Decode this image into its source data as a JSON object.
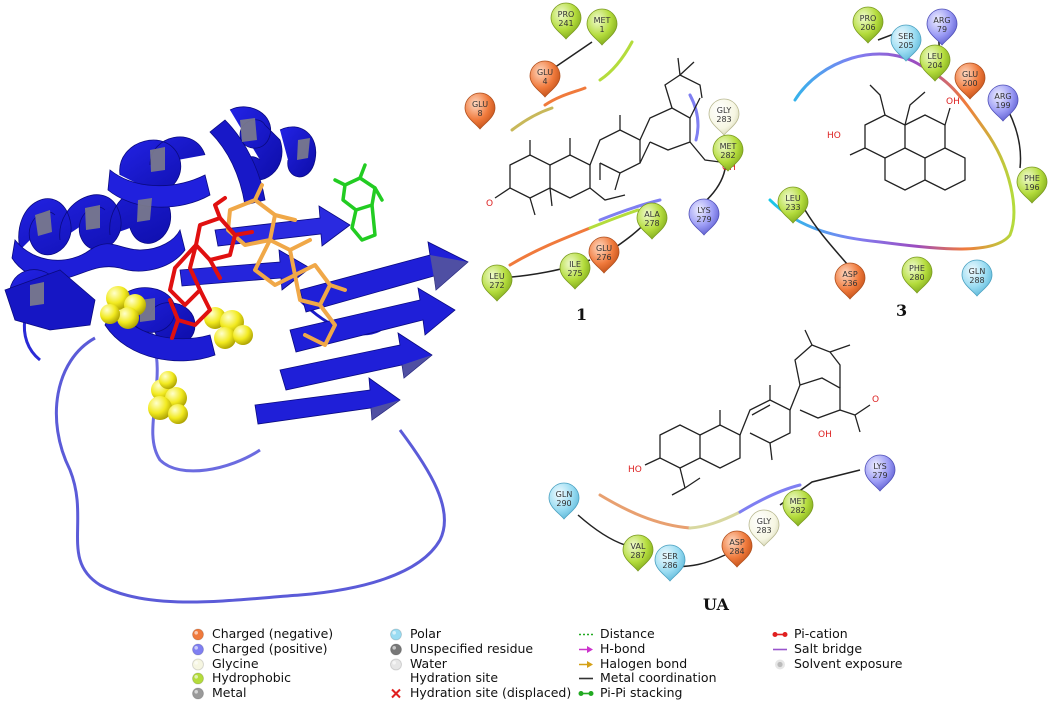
{
  "panels": {
    "p1": {
      "label": "1"
    },
    "p3": {
      "label": "3"
    },
    "pUA": {
      "label": "UA"
    }
  },
  "residues": {
    "p1": [
      {
        "id": "pro241",
        "name": "PRO",
        "num": "241",
        "cls": "hydrophobic"
      },
      {
        "id": "met1",
        "name": "MET",
        "num": "1",
        "cls": "hydrophobic"
      },
      {
        "id": "glu4",
        "name": "GLU",
        "num": "4",
        "cls": "negative"
      },
      {
        "id": "glu8",
        "name": "GLU",
        "num": "8",
        "cls": "negative"
      },
      {
        "id": "gly283",
        "name": "GLY",
        "num": "283",
        "cls": "glycine"
      },
      {
        "id": "met282",
        "name": "MET",
        "num": "282",
        "cls": "hydrophobic"
      },
      {
        "id": "lys279",
        "name": "LYS",
        "num": "279",
        "cls": "positive"
      },
      {
        "id": "ala278",
        "name": "ALA",
        "num": "278",
        "cls": "hydrophobic"
      },
      {
        "id": "glu276",
        "name": "GLU",
        "num": "276",
        "cls": "negative"
      },
      {
        "id": "ile275",
        "name": "ILE",
        "num": "275",
        "cls": "hydrophobic"
      },
      {
        "id": "leu272",
        "name": "LEU",
        "num": "272",
        "cls": "hydrophobic"
      }
    ],
    "p3": [
      {
        "id": "pro206",
        "name": "PRO",
        "num": "206",
        "cls": "hydrophobic"
      },
      {
        "id": "ser205",
        "name": "SER",
        "num": "205",
        "cls": "polar"
      },
      {
        "id": "arg79",
        "name": "ARG",
        "num": "79",
        "cls": "positive"
      },
      {
        "id": "leu204",
        "name": "LEU",
        "num": "204",
        "cls": "hydrophobic"
      },
      {
        "id": "glu200",
        "name": "GLU",
        "num": "200",
        "cls": "negative"
      },
      {
        "id": "arg199",
        "name": "ARG",
        "num": "199",
        "cls": "positive"
      },
      {
        "id": "phe196",
        "name": "PHE",
        "num": "196",
        "cls": "hydrophobic"
      },
      {
        "id": "leu233",
        "name": "LEU",
        "num": "233",
        "cls": "hydrophobic"
      },
      {
        "id": "asp236",
        "name": "ASP",
        "num": "236",
        "cls": "negative"
      },
      {
        "id": "phe280",
        "name": "PHE",
        "num": "280",
        "cls": "hydrophobic"
      },
      {
        "id": "gln288",
        "name": "GLN",
        "num": "288",
        "cls": "polar"
      }
    ],
    "pUA": [
      {
        "id": "gln290",
        "name": "GLN",
        "num": "290",
        "cls": "polar"
      },
      {
        "id": "val287",
        "name": "VAL",
        "num": "287",
        "cls": "hydrophobic"
      },
      {
        "id": "ser286",
        "name": "SER",
        "num": "286",
        "cls": "polar"
      },
      {
        "id": "asp284",
        "name": "ASP",
        "num": "284",
        "cls": "negative"
      },
      {
        "id": "gly283",
        "name": "GLY",
        "num": "283",
        "cls": "glycine"
      },
      {
        "id": "met282",
        "name": "MET",
        "num": "282",
        "cls": "hydrophobic"
      },
      {
        "id": "lys279",
        "name": "LYS",
        "num": "279",
        "cls": "positive"
      }
    ]
  },
  "atoms": {
    "p1_oh": "OH",
    "p1_o": "O",
    "p3_ho": "HO",
    "p3_oh": "OH",
    "ua_ho": "HO",
    "ua_oh": "OH",
    "ua_o": "O"
  },
  "legend": {
    "col1": [
      {
        "label": "Charged (negative)",
        "sym": "ball",
        "color": "#f07a3c"
      },
      {
        "label": "Charged (positive)",
        "sym": "ball",
        "color": "#7f7ff2"
      },
      {
        "label": "Glycine",
        "sym": "ball",
        "color": "#f6f6e2"
      },
      {
        "label": "Hydrophobic",
        "sym": "ball",
        "color": "#b4dc3c"
      },
      {
        "label": "Metal",
        "sym": "ball",
        "color": "#9a9a9a"
      }
    ],
    "col2": [
      {
        "label": "Polar",
        "sym": "ball",
        "color": "#9adcf2"
      },
      {
        "label": "Unspecified residue",
        "sym": "ball",
        "color": "#777777"
      },
      {
        "label": "Water",
        "sym": "ball",
        "color": "#e6e6e6"
      },
      {
        "label": "Hydration site",
        "sym": "none",
        "color": "#ffffff"
      },
      {
        "label": "Hydration site (displaced)",
        "sym": "cross",
        "color": "#e02020"
      }
    ],
    "col3": [
      {
        "label": "Distance",
        "sym": "dotted",
        "color": "#22aa22"
      },
      {
        "label": "H-bond",
        "sym": "arrow",
        "color": "#cc33cc"
      },
      {
        "label": "Halogen bond",
        "sym": "arrow",
        "color": "#d4a017"
      },
      {
        "label": "Metal coordination",
        "sym": "line",
        "color": "#333333"
      },
      {
        "label": "Pi-Pi stacking",
        "sym": "dotline",
        "color": "#22aa22"
      }
    ],
    "col4": [
      {
        "label": "Pi-cation",
        "sym": "dotline",
        "color": "#e02020"
      },
      {
        "label": "Salt bridge",
        "sym": "line",
        "color": "#9955cc"
      },
      {
        "label": "Solvent exposure",
        "sym": "halo",
        "color": "#bbbbbb"
      }
    ]
  },
  "colors": {
    "negative": "#f07a3c",
    "positive": "#7f7ff2",
    "glycine": "#f4f4dc",
    "hydrophobic": "#b4dc3c",
    "polar": "#9adcf2",
    "protein_ribbon": "#1a1adb",
    "ligand_1": "#e01010",
    "ligand_3": "#22cc22",
    "ligand_UA": "#f0a848",
    "spheres": "#f2ea20"
  }
}
